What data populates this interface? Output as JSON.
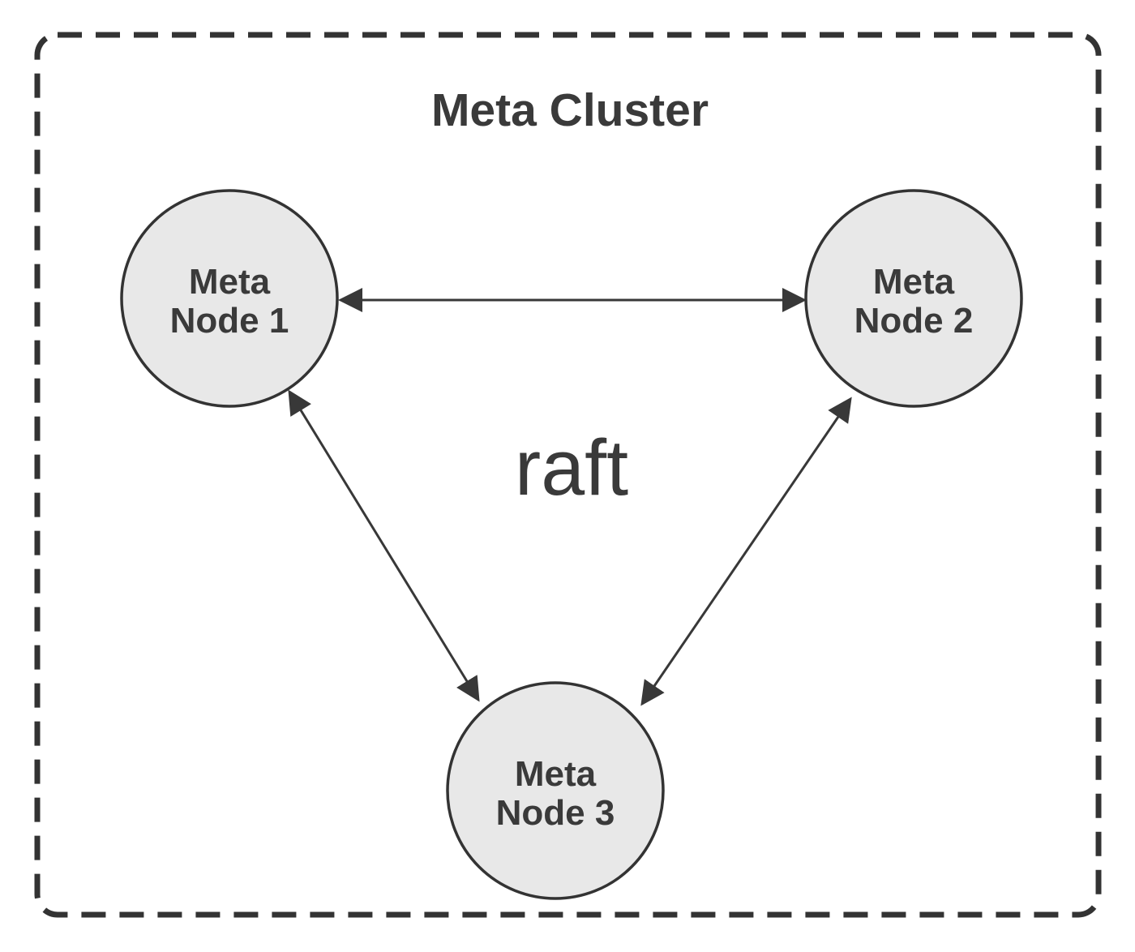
{
  "diagram": {
    "title": "Meta Cluster",
    "center_label": "raft",
    "nodes": [
      {
        "id": "meta-node-1",
        "line1": "Meta",
        "line2": "Node 1"
      },
      {
        "id": "meta-node-2",
        "line1": "Meta",
        "line2": "Node 2"
      },
      {
        "id": "meta-node-3",
        "line1": "Meta",
        "line2": "Node 3"
      }
    ],
    "edges": [
      {
        "from": "meta-node-1",
        "to": "meta-node-2",
        "bidirectional": true
      },
      {
        "from": "meta-node-1",
        "to": "meta-node-3",
        "bidirectional": true
      },
      {
        "from": "meta-node-2",
        "to": "meta-node-3",
        "bidirectional": true
      }
    ],
    "colors": {
      "stroke": "#333333",
      "node_fill": "#e8e8e8",
      "text": "#3a3a3a",
      "background": "#ffffff"
    }
  }
}
